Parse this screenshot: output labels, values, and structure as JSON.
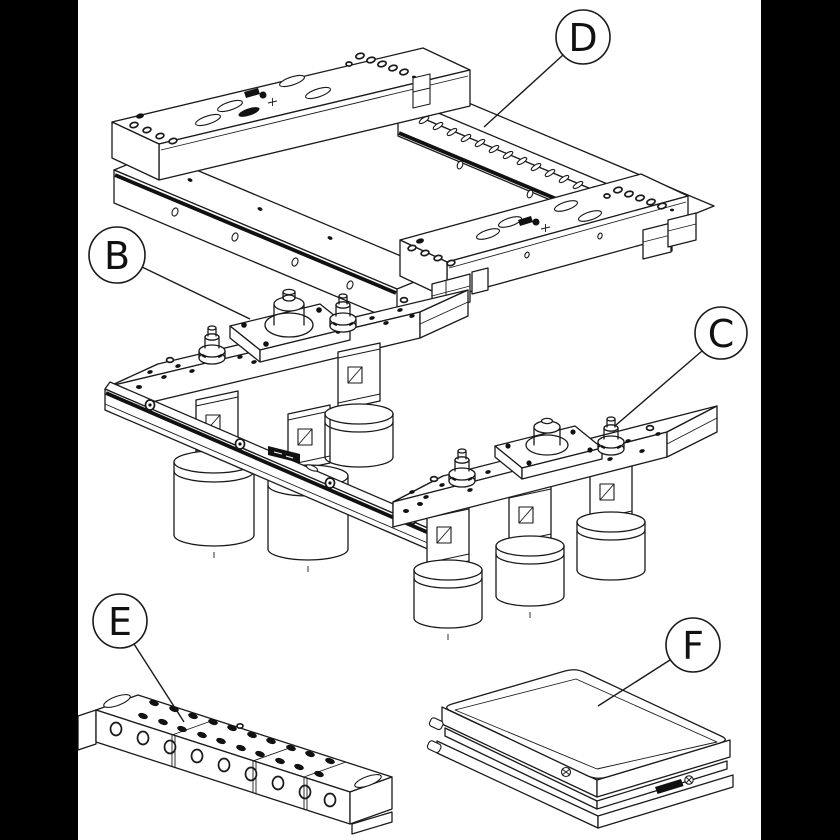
{
  "figure": {
    "type": "exploded-parts-diagram",
    "background_color": "#ffffff",
    "line_color": "#1a1a1a",
    "letterbox_color": "#000000",
    "callouts": [
      {
        "letter": "D"
      },
      {
        "letter": "B"
      },
      {
        "letter": "C"
      },
      {
        "letter": "E"
      },
      {
        "letter": "F"
      }
    ]
  }
}
